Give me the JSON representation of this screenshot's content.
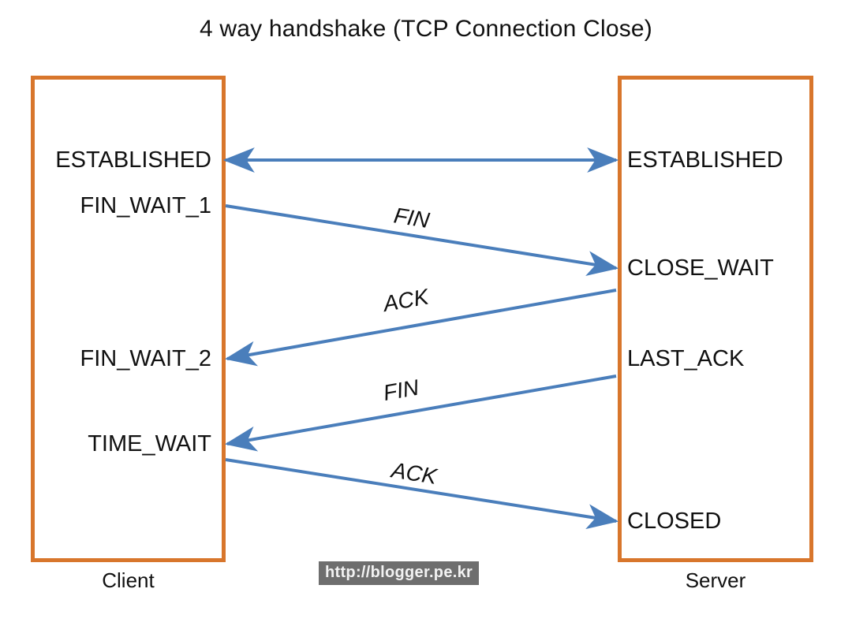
{
  "title": "4 way handshake (TCP Connection Close)",
  "colors": {
    "lifeline_border": "#D8762C",
    "arrow": "#4A7EBB",
    "text": "#111111",
    "watermark_background": "#6E6E6E",
    "watermark_text": "#F2F2F2",
    "page_background": "#FFFFFF"
  },
  "endpoints": {
    "client": {
      "caption": "Client"
    },
    "server": {
      "caption": "Server"
    }
  },
  "client_states": [
    {
      "id": "established",
      "label": "ESTABLISHED"
    },
    {
      "id": "fin-wait-1",
      "label": "FIN_WAIT_1"
    },
    {
      "id": "fin-wait-2",
      "label": "FIN_WAIT_2"
    },
    {
      "id": "time-wait",
      "label": "TIME_WAIT"
    }
  ],
  "server_states": [
    {
      "id": "established",
      "label": "ESTABLISHED"
    },
    {
      "id": "close-wait",
      "label": "CLOSE_WAIT"
    },
    {
      "id": "last-ack",
      "label": "LAST_ACK"
    },
    {
      "id": "closed",
      "label": "CLOSED"
    }
  ],
  "messages": [
    {
      "id": "connection",
      "label": "",
      "direction": "bidirectional",
      "from": "client",
      "to": "server"
    },
    {
      "id": "fin-1",
      "label": "FIN",
      "direction": "client-to-server",
      "from": "FIN_WAIT_1",
      "to": "CLOSE_WAIT"
    },
    {
      "id": "ack-1",
      "label": "ACK",
      "direction": "server-to-client",
      "from": "CLOSE_WAIT",
      "to": "FIN_WAIT_2"
    },
    {
      "id": "fin-2",
      "label": "FIN",
      "direction": "server-to-client",
      "from": "LAST_ACK",
      "to": "TIME_WAIT"
    },
    {
      "id": "ack-2",
      "label": "ACK",
      "direction": "client-to-server",
      "from": "TIME_WAIT",
      "to": "CLOSED"
    }
  ],
  "watermark": "http://blogger.pe.kr",
  "chart_data": {
    "type": "diagram",
    "title": "4 way handshake (TCP Connection Close)",
    "participants": [
      "Client",
      "Server"
    ],
    "sequence": [
      {
        "step": 0,
        "message": "",
        "from": "Client",
        "to": "Server",
        "bidirectional": true,
        "client_state": "ESTABLISHED",
        "server_state": "ESTABLISHED"
      },
      {
        "step": 1,
        "message": "FIN",
        "from": "Client",
        "to": "Server",
        "client_state": "FIN_WAIT_1",
        "server_state": "CLOSE_WAIT"
      },
      {
        "step": 2,
        "message": "ACK",
        "from": "Server",
        "to": "Client",
        "client_state": "FIN_WAIT_2",
        "server_state": "CLOSE_WAIT"
      },
      {
        "step": 3,
        "message": "FIN",
        "from": "Server",
        "to": "Client",
        "client_state": "TIME_WAIT",
        "server_state": "LAST_ACK"
      },
      {
        "step": 4,
        "message": "ACK",
        "from": "Client",
        "to": "Server",
        "client_state": "TIME_WAIT",
        "server_state": "CLOSED"
      }
    ]
  }
}
